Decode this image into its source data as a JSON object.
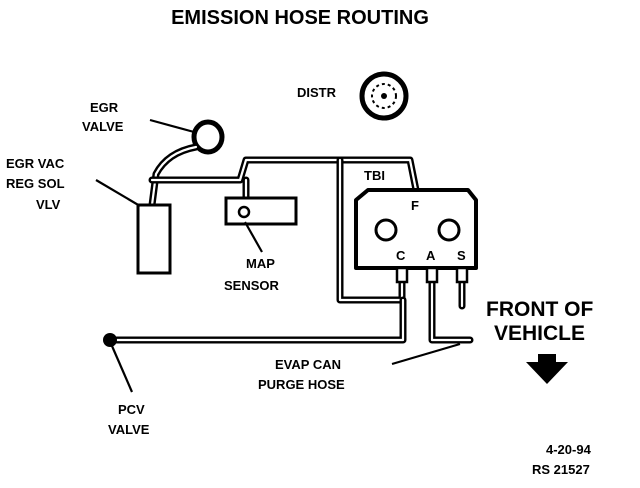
{
  "title": "EMISSION HOSE ROUTING",
  "labels": {
    "distr": "DISTR",
    "egr_valve_1": "EGR",
    "egr_valve_2": "VALVE",
    "egr_sol_1": "EGR VAC",
    "egr_sol_2": "REG SOL",
    "egr_sol_3": "VLV",
    "tbi": "TBI",
    "port_f": "F",
    "port_c": "C",
    "port_a": "A",
    "port_s": "S",
    "map_1": "MAP",
    "map_2": "SENSOR",
    "front_1": "FRONT OF",
    "front_2": "VEHICLE",
    "evap_1": "EVAP CAN",
    "evap_2": "PURGE HOSE",
    "pcv_1": "PCV",
    "pcv_2": "VALVE"
  },
  "footer": {
    "date": "4-20-94",
    "ref": "RS 21527"
  }
}
